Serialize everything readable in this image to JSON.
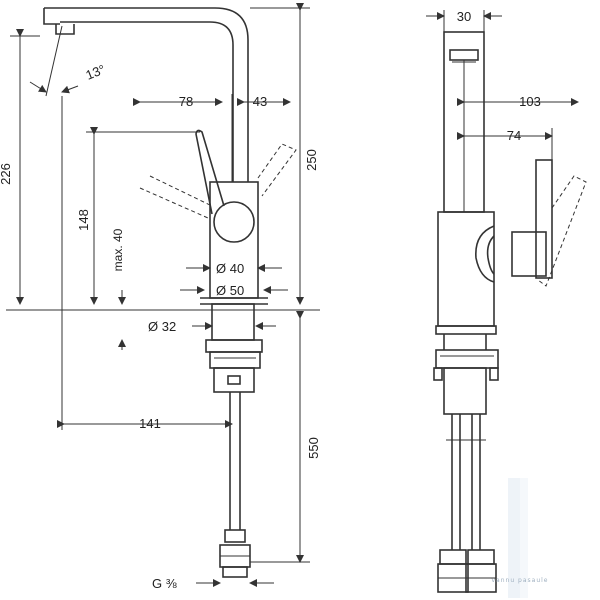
{
  "dimensions": {
    "spout_width": "30",
    "spout_angle": "13°",
    "lever_reach": "78",
    "lever_offset": "43",
    "reach_side": "103",
    "reach_side_inner": "74",
    "spout_height": "226",
    "total_height": "250",
    "lever_height": "148",
    "max_deck": "max. 40",
    "dia_body": "Ø 40",
    "dia_base": "Ø 50",
    "dia_hole": "Ø 32",
    "reach_front": "141",
    "hose_length": "550",
    "thread": "G ⅜"
  },
  "watermark": "vannu pasaule",
  "colors": {
    "line": "#333333",
    "background": "#ffffff"
  }
}
